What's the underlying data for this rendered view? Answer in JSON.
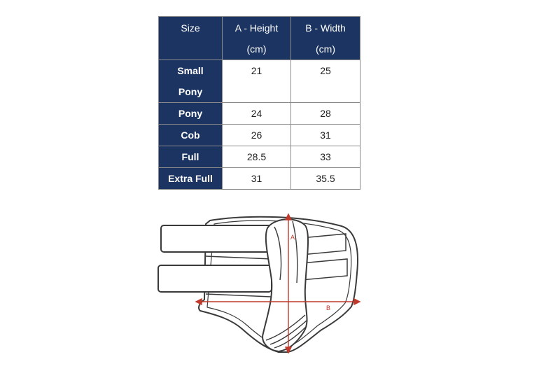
{
  "table": {
    "headers": [
      {
        "line1": "Size",
        "line2": ""
      },
      {
        "line1": "A - Height",
        "line2": "(cm)"
      },
      {
        "line1": "B - Width",
        "line2": "(cm)"
      }
    ],
    "rows": [
      {
        "size_line1": "Small",
        "size_line2": "Pony",
        "a": "21",
        "b": "25"
      },
      {
        "size": "Pony",
        "a": "24",
        "b": "28"
      },
      {
        "size": "Cob",
        "a": "26",
        "b": "31"
      },
      {
        "size": "Full",
        "a": "28.5",
        "b": "33"
      },
      {
        "size": "Extra Full",
        "a": "31",
        "b": "35.5"
      }
    ]
  },
  "diagram": {
    "label_a": "A",
    "label_b": "B",
    "accent_color": "#c0392b",
    "header_color": "#1c3461"
  }
}
